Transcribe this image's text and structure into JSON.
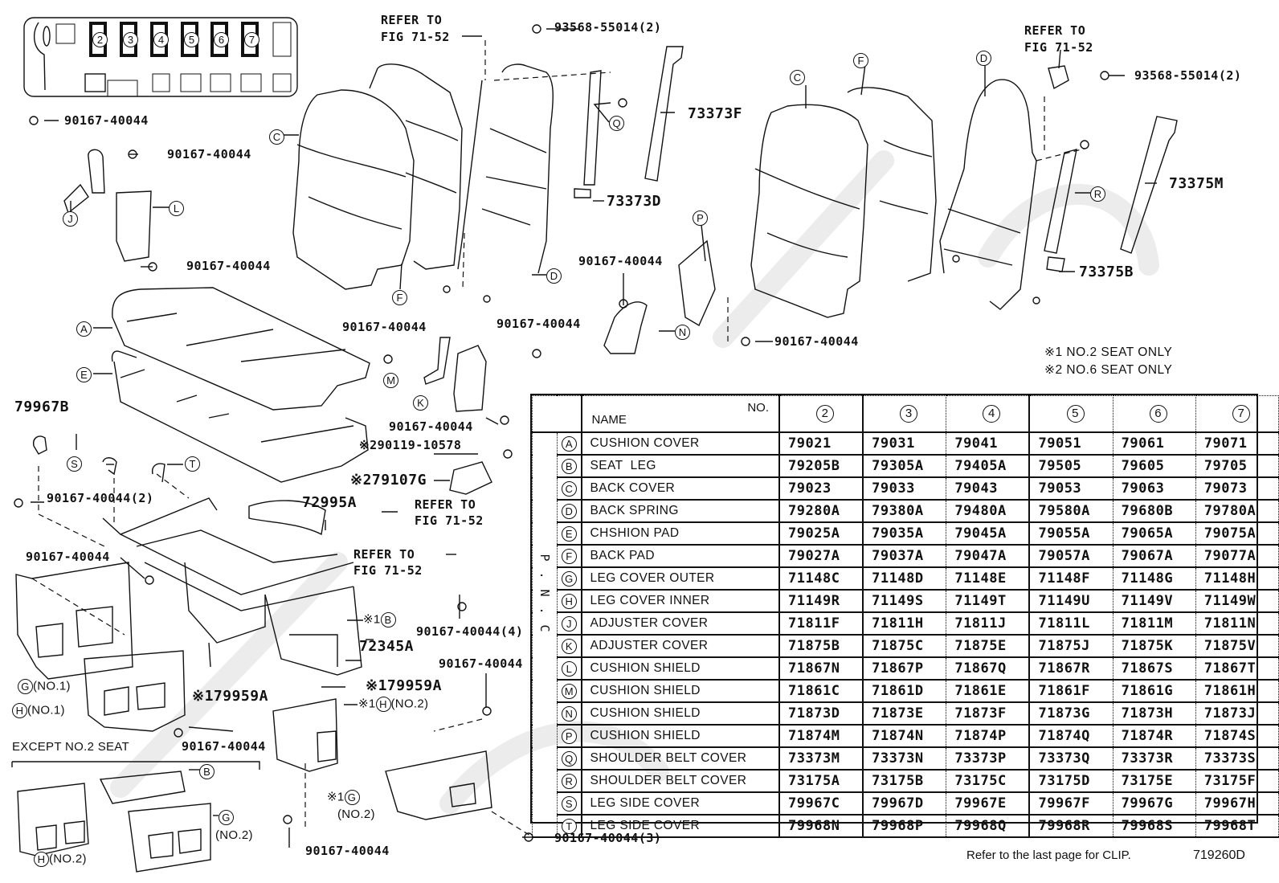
{
  "figure": {
    "figure_code": "719260D",
    "footer_note": "Refer to the last page for CLIP.",
    "notes": [
      "※1 NO.2 SEAT ONLY",
      "※2 NO.6 SEAT ONLY"
    ],
    "except_label": "EXCEPT NO.2 SEAT",
    "locator_seats": [
      "2",
      "3",
      "4",
      "5",
      "6",
      "7"
    ]
  },
  "callouts": {
    "refer_to_1": "REFER TO",
    "fig_1": "FIG 71-52",
    "bolt_93568_1": "93568-55014(2)",
    "refer_to_2": "REFER TO",
    "fig_2": "FIG 71-52",
    "bolt_93568_2": "93568-55014(2)",
    "p73373F": "73373F",
    "p73373D": "73373D",
    "p73375M": "73375M",
    "p73375B": "73375B",
    "bolt_a": "90167-40044",
    "bolt_b": "90167-40044",
    "bolt_c": "90167-40044",
    "bolt_d": "90167-40044",
    "bolt_e": "90167-40044",
    "bolt_f": "90167-40044",
    "bolt_g": "90167-40044",
    "bolt_h": "90167-40044",
    "bolt_i": "90167-40044",
    "bolt_j": "90167-40044(2)",
    "bolt_k": "90167-40044",
    "bolt_l": "90167-40044(4)",
    "bolt_m": "90167-40044",
    "bolt_n": "90167-40044",
    "bolt_o": "90167-40044",
    "bolt_p": "90167-40044(3)",
    "p79967B": "79967B",
    "p72995A": "72995A",
    "p72345A": "72345A",
    "p90119": "※290119-10578",
    "p79107G": "※279107G",
    "p79959A_1": "※179959A",
    "p79959A_2": "※179959A",
    "refer_to_3": "REFER TO",
    "fig_3": "FIG 71-52",
    "refer_to_4": "REFER TO",
    "fig_4": "FIG 71-52",
    "note_b1": "※1",
    "note_h2": "※1",
    "note_g2": "※1",
    "no1": "(NO.1)",
    "no2": "(NO.2)"
  },
  "keys": {
    "A": "A",
    "B": "B",
    "C": "C",
    "D": "D",
    "E": "E",
    "F": "F",
    "G": "G",
    "H": "H",
    "J": "J",
    "K": "K",
    "L": "L",
    "M": "M",
    "N": "N",
    "P": "P",
    "Q": "Q",
    "R": "R",
    "S": "S",
    "T": "T"
  },
  "table": {
    "name_header": "NAME",
    "no_header": "NO.",
    "pnc_label": "P.N.C",
    "seat_columns": [
      "2",
      "3",
      "4",
      "5",
      "6",
      "7"
    ],
    "rows": [
      {
        "key": "A",
        "name": "CUSHION COVER",
        "parts": [
          "79021",
          "79031",
          "79041",
          "79051",
          "79061",
          "79071"
        ]
      },
      {
        "key": "B",
        "name": "SEAT  LEG",
        "parts": [
          "79205B",
          "79305A",
          "79405A",
          "79505",
          "79605",
          "79705"
        ]
      },
      {
        "key": "C",
        "name": "BACK COVER",
        "parts": [
          "79023",
          "79033",
          "79043",
          "79053",
          "79063",
          "79073"
        ]
      },
      {
        "key": "D",
        "name": "BACK SPRING",
        "parts": [
          "79280A",
          "79380A",
          "79480A",
          "79580A",
          "79680B",
          "79780A"
        ]
      },
      {
        "key": "E",
        "name": "CHSHION PAD",
        "parts": [
          "79025A",
          "79035A",
          "79045A",
          "79055A",
          "79065A",
          "79075A"
        ]
      },
      {
        "key": "F",
        "name": "BACK PAD",
        "parts": [
          "79027A",
          "79037A",
          "79047A",
          "79057A",
          "79067A",
          "79077A"
        ]
      },
      {
        "key": "G",
        "name": "LEG COVER OUTER",
        "parts": [
          "71148C",
          "71148D",
          "71148E",
          "71148F",
          "71148G",
          "71148H"
        ]
      },
      {
        "key": "H",
        "name": "LEG COVER INNER",
        "parts": [
          "71149R",
          "71149S",
          "71149T",
          "71149U",
          "71149V",
          "71149W"
        ]
      },
      {
        "key": "J",
        "name": "ADJUSTER COVER",
        "parts": [
          "71811F",
          "71811H",
          "71811J",
          "71811L",
          "71811M",
          "71811N"
        ]
      },
      {
        "key": "K",
        "name": "ADJUSTER COVER",
        "parts": [
          "71875B",
          "71875C",
          "71875E",
          "71875J",
          "71875K",
          "71875V"
        ]
      },
      {
        "key": "L",
        "name": "CUSHION SHIELD",
        "parts": [
          "71867N",
          "71867P",
          "71867Q",
          "71867R",
          "71867S",
          "71867T"
        ]
      },
      {
        "key": "M",
        "name": "CUSHION SHIELD",
        "parts": [
          "71861C",
          "71861D",
          "71861E",
          "71861F",
          "71861G",
          "71861H"
        ]
      },
      {
        "key": "N",
        "name": "CUSHION SHIELD",
        "parts": [
          "71873D",
          "71873E",
          "71873F",
          "71873G",
          "71873H",
          "71873J"
        ]
      },
      {
        "key": "P",
        "name": "CUSHION SHIELD",
        "parts": [
          "71874M",
          "71874N",
          "71874P",
          "71874Q",
          "71874R",
          "71874S"
        ]
      },
      {
        "key": "Q",
        "name": "SHOULDER BELT COVER",
        "parts": [
          "73373M",
          "73373N",
          "73373P",
          "73373Q",
          "73373R",
          "73373S"
        ]
      },
      {
        "key": "R",
        "name": "SHOULDER BELT COVER",
        "parts": [
          "73175A",
          "73175B",
          "73175C",
          "73175D",
          "73175E",
          "73175F"
        ]
      },
      {
        "key": "S",
        "name": "LEG SIDE COVER",
        "parts": [
          "79967C",
          "79967D",
          "79967E",
          "79967F",
          "79967G",
          "79967H"
        ]
      },
      {
        "key": "T",
        "name": "LEG SIDE COVER",
        "parts": [
          "79968N",
          "79968P",
          "79968Q",
          "79968R",
          "79968S",
          "79968T"
        ]
      }
    ]
  }
}
